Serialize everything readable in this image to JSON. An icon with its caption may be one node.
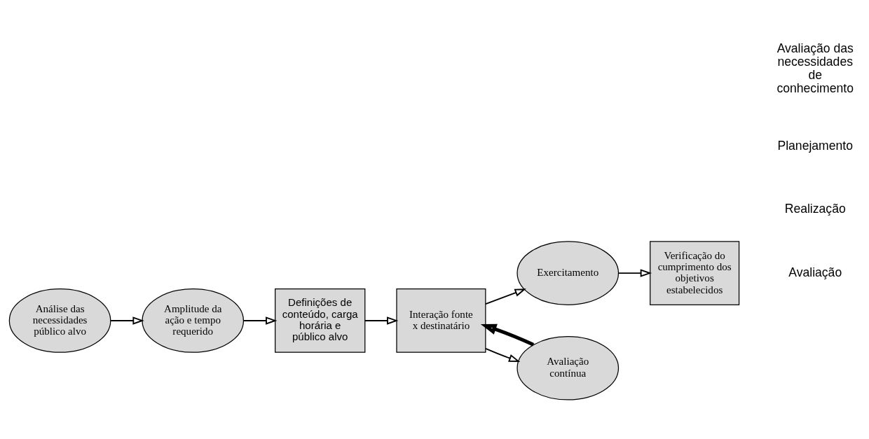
{
  "diagram": {
    "nodes": [
      {
        "text": [
          "Análise das necessidades público alvo"
        ]
      },
      {
        "text": [
          "Amplitude da ação e tempo requerido"
        ]
      },
      {
        "text": [
          "Definições de conteúdo, carga horária e público alvo"
        ]
      },
      {
        "text": [
          "Interação fonte x destinatário"
        ]
      },
      {
        "text": [
          "Exercitamento"
        ]
      },
      {
        "text": [
          "Avaliação contínua"
        ]
      },
      {
        "text": [
          "Verificação do cumprimento dos objetivos estabelecidos"
        ]
      }
    ],
    "edges": [
      {
        "from": 0,
        "to": 1,
        "arrow": "to"
      },
      {
        "from": 1,
        "to": 2,
        "arrow": "to"
      },
      {
        "from": 2,
        "to": 3,
        "arrow": "to"
      },
      {
        "from": 3,
        "to": 4,
        "arrow": "to"
      },
      {
        "from": 3,
        "to": 5,
        "arrow": "to"
      },
      {
        "from": 4,
        "to": 6,
        "arrow": "to"
      },
      {
        "from": 5,
        "to": 3,
        "arrow": "to",
        "style": "thick"
      }
    ],
    "labels": [
      "Avaliação das necessidades de conhecimento",
      "Planejamento",
      "Realização",
      "Avaliação"
    ]
  }
}
